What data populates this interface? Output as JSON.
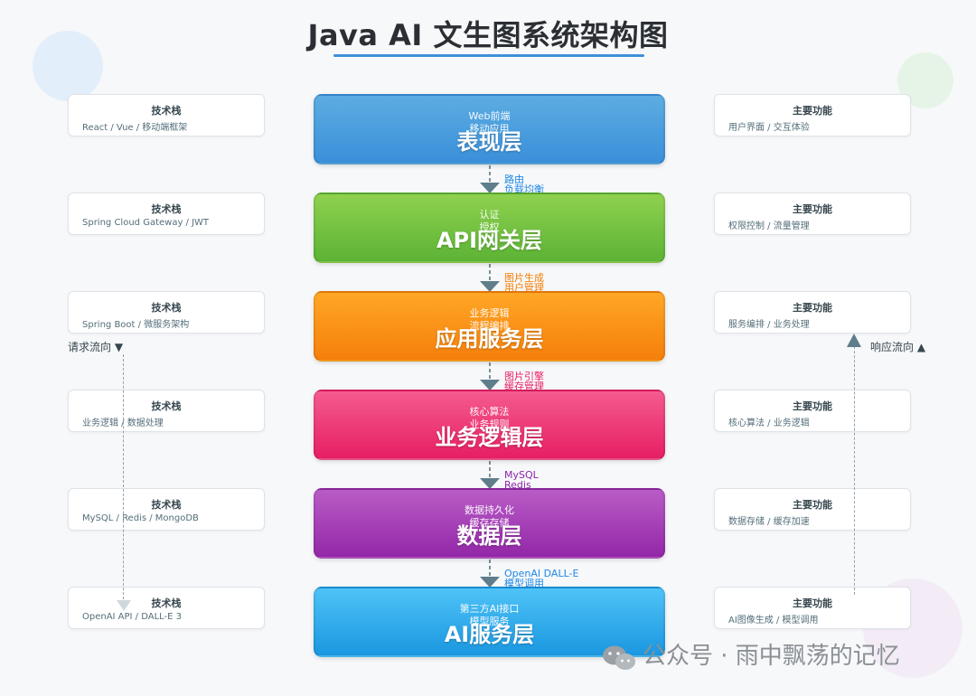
{
  "title": "Java AI 文生图系统架构图",
  "layers": [
    {
      "name": "表现层",
      "sub1": "Web前端",
      "sub2": "移动应用",
      "color": "#3a8fd9"
    },
    {
      "name": "API网关层",
      "sub1": "认证",
      "sub2": "授权",
      "color": "#5cb335"
    },
    {
      "name": "应用服务层",
      "sub1": "业务逻辑",
      "sub2": "流程编排",
      "color": "#f57f0b"
    },
    {
      "name": "业务逻辑层",
      "sub1": "核心算法",
      "sub2": "业务规则",
      "color": "#e71e63"
    },
    {
      "name": "数据层",
      "sub1": "数据持久化",
      "sub2": "缓存存储",
      "color": "#9327a8"
    },
    {
      "name": "AI服务层",
      "sub1": "第三方AI接口",
      "sub2": "模型服务",
      "color": "#1a97e0"
    }
  ],
  "connectors": [
    {
      "l1": "路由",
      "l2": "负载均衡",
      "color": "#1e88e5"
    },
    {
      "l1": "图片生成",
      "l2": "用户管理",
      "color": "#f57c00"
    },
    {
      "l1": "图片引擎",
      "l2": "缓存管理",
      "color": "#e91e63"
    },
    {
      "l1": "MySQL",
      "l2": "Redis",
      "color": "#8e24aa"
    },
    {
      "l1": "OpenAI DALL-E",
      "l2": "模型调用",
      "color": "#1e88e5"
    }
  ],
  "tech_cards": [
    {
      "title": "技术栈",
      "desc": "React / Vue / 移动端框架"
    },
    {
      "title": "技术栈",
      "desc": "Spring Cloud Gateway / JWT"
    },
    {
      "title": "技术栈",
      "desc": "Spring Boot / 微服务架构"
    },
    {
      "title": "技术栈",
      "desc": "业务逻辑 / 数据处理"
    },
    {
      "title": "技术栈",
      "desc": "MySQL / Redis / MongoDB"
    },
    {
      "title": "技术栈",
      "desc": "OpenAI API / DALL-E 3"
    }
  ],
  "func_cards": [
    {
      "title": "主要功能",
      "desc": "用户界面 / 交互体验"
    },
    {
      "title": "主要功能",
      "desc": "权限控制 / 流量管理"
    },
    {
      "title": "主要功能",
      "desc": "服务编排 / 业务处理"
    },
    {
      "title": "主要功能",
      "desc": "核心算法 / 业务逻辑"
    },
    {
      "title": "主要功能",
      "desc": "数据存储 / 缓存加速"
    },
    {
      "title": "主要功能",
      "desc": "AI图像生成 / 模型调用"
    }
  ],
  "flows": {
    "request": "请求流向 ▼",
    "response": "响应流向 ▲"
  },
  "watermark": "公众号 · 雨中飘荡的记忆"
}
